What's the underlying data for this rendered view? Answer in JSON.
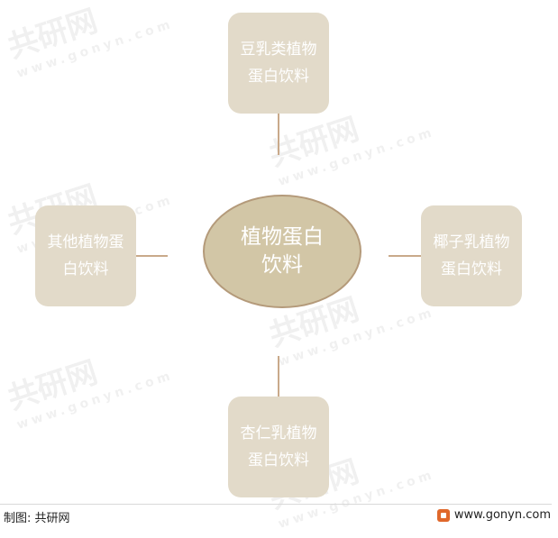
{
  "center": {
    "line1": "植物蛋白",
    "line2": "饮料"
  },
  "nodes": {
    "top": {
      "line1": "豆乳类植物",
      "line2": "蛋白饮料"
    },
    "left": {
      "line1": "其他植物蛋",
      "line2": "白饮料"
    },
    "right": {
      "line1": "椰子乳植物",
      "line2": "蛋白饮料"
    },
    "bottom": {
      "line1": "杏仁乳植物",
      "line2": "蛋白饮料"
    }
  },
  "footer": {
    "source": "制图: 共研网",
    "website": "www.gonyn.com"
  },
  "watermark": {
    "brand": "共研网",
    "domain": "www.gonyn.com"
  },
  "colors": {
    "box": "#e2dac9",
    "ellipse": "#d2c6a6",
    "ellipse_border": "#b49a7a",
    "connector": "#c9a98a"
  }
}
